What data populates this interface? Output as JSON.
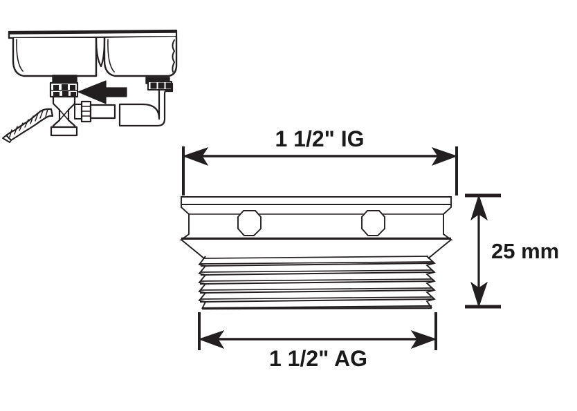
{
  "drawing": {
    "title": "Plumbing adapter fitting technical drawing",
    "background_color": "#ffffff",
    "line_color": "#231f20",
    "text_color": "#1a1a1a",
    "dimensions": {
      "top": {
        "label": "1 1/2\" IG",
        "meaning": "inner thread (Innengewinde)",
        "orientation": "horizontal",
        "arrow_style": "double-headed"
      },
      "bottom": {
        "label": "1 1/2\" AG",
        "meaning": "outer thread (Aussengewinde)",
        "orientation": "horizontal",
        "arrow_style": "double-headed"
      },
      "right": {
        "label": "25 mm",
        "meaning": "overall height",
        "orientation": "vertical",
        "arrow_style": "double-headed"
      }
    },
    "fitting": {
      "name": "hex-flange-threaded-adapter",
      "parts": [
        "top-rim",
        "hex-flange-body",
        "hex-facet-left",
        "hex-facet-right",
        "chamfer-taper",
        "threaded-shank"
      ],
      "thread_turns": 6
    },
    "inset_photo": {
      "name": "under-sink-installation-diagram",
      "subject": "double bowl sink underside with drain trap and corrugated hose",
      "arrow": {
        "name": "pointer-arrow",
        "direction": "left",
        "points_to": "drain-trap-fitting"
      },
      "components": [
        "sink-bowl-left",
        "sink-bowl-right",
        "sink-rim",
        "drain-outlet-left",
        "drain-outlet-right",
        "trap-body",
        "corrugated-hose",
        "connector-nut",
        "waste-pipe-elbow"
      ]
    }
  }
}
